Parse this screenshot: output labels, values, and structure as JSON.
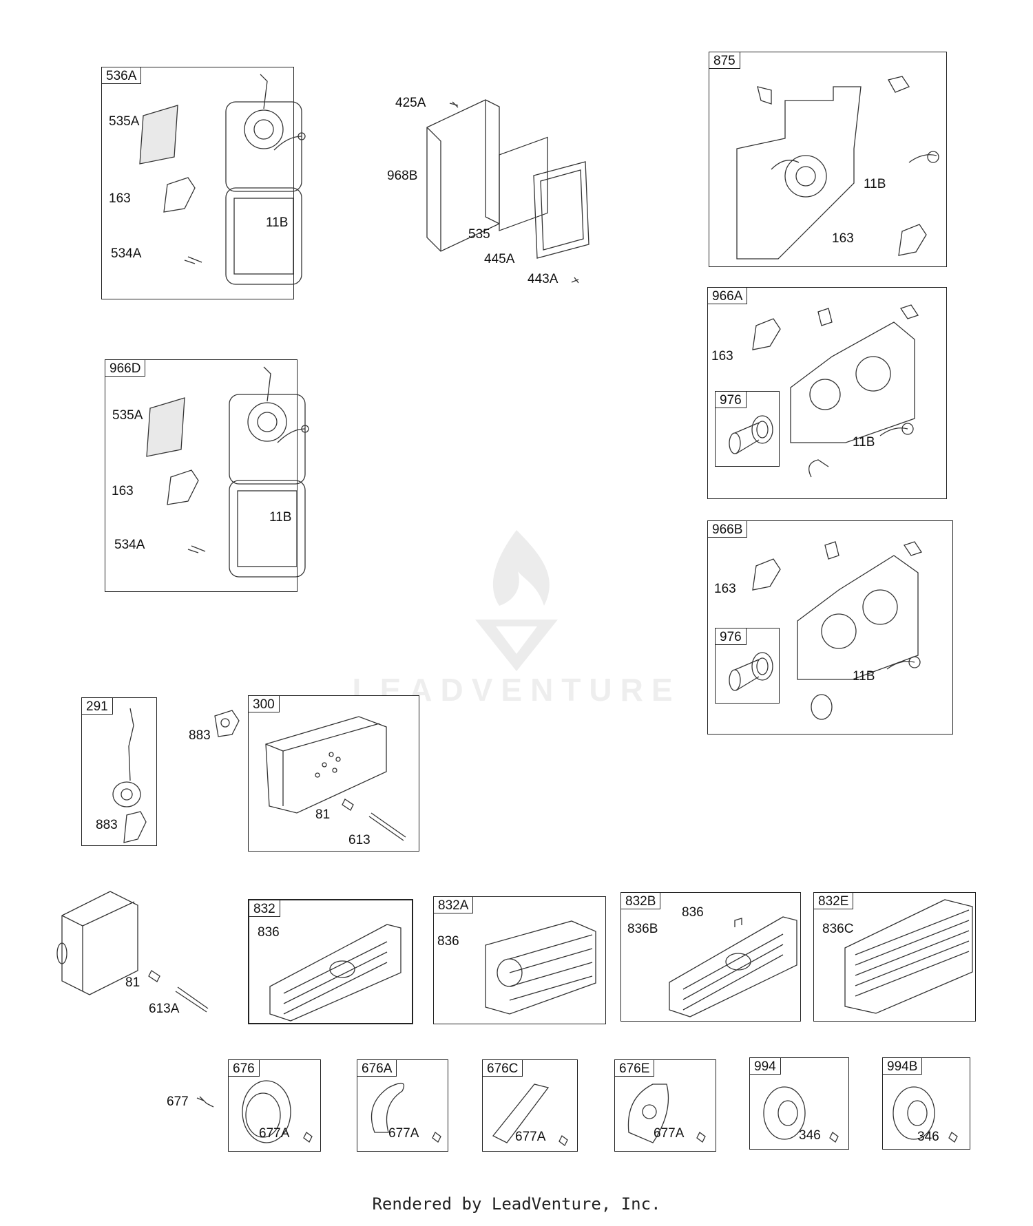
{
  "assemblies": {
    "a536A": {
      "tag": "536A",
      "parts": [
        "535A",
        "163",
        "11B",
        "534A"
      ]
    },
    "a966D": {
      "tag": "966D",
      "parts": [
        "535A",
        "163",
        "11B",
        "534A"
      ]
    },
    "aircleaner": {
      "parts": [
        "425A",
        "968B",
        "535",
        "445A",
        "443A"
      ]
    },
    "a875": {
      "tag": "875",
      "parts": [
        "11B",
        "163"
      ]
    },
    "a966A": {
      "tag": "966A",
      "sub_tag": "976",
      "parts": [
        "163",
        "11B"
      ]
    },
    "a966B": {
      "tag": "966B",
      "sub_tag": "976",
      "parts": [
        "163",
        "11B"
      ]
    },
    "a291": {
      "tag": "291",
      "parts": [
        "883"
      ]
    },
    "a300": {
      "tag": "300",
      "parts": [
        "81",
        "613"
      ]
    },
    "loose": {
      "parts": [
        "883",
        "81",
        "613A",
        "677"
      ]
    },
    "a832": {
      "tag": "832",
      "parts": [
        "836"
      ]
    },
    "a832A": {
      "tag": "832A",
      "parts": [
        "836"
      ]
    },
    "a832B": {
      "tag": "832B",
      "parts": [
        "836",
        "836B"
      ]
    },
    "a832E": {
      "tag": "832E",
      "parts": [
        "836C"
      ]
    },
    "a676": {
      "tag": "676",
      "parts": [
        "677A"
      ]
    },
    "a676A": {
      "tag": "676A",
      "parts": [
        "677A"
      ]
    },
    "a676C": {
      "tag": "676C",
      "parts": [
        "677A"
      ]
    },
    "a676E": {
      "tag": "676E",
      "parts": [
        "677A"
      ]
    },
    "a994": {
      "tag": "994",
      "parts": [
        "346"
      ]
    },
    "a994B": {
      "tag": "994B",
      "parts": [
        "346"
      ]
    }
  },
  "watermark": "LEADVENTURE",
  "footer": "Rendered by LeadVenture, Inc."
}
